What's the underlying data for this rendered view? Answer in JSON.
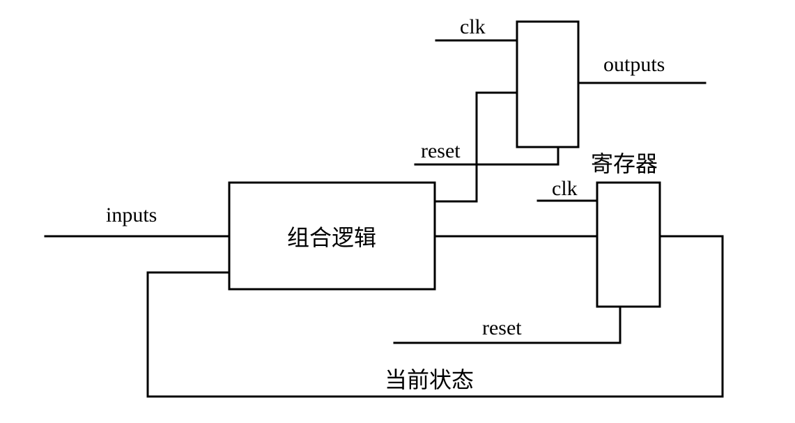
{
  "labels": {
    "inputs": "inputs",
    "outputs": "outputs",
    "clk_top": "clk",
    "clk_bottom": "clk",
    "reset_top": "reset",
    "reset_bottom": "reset",
    "combinational_logic": "组合逻辑",
    "register": "寄存器",
    "current_state": "当前状态"
  },
  "colors": {
    "line": "#000000",
    "background": "#ffffff"
  }
}
